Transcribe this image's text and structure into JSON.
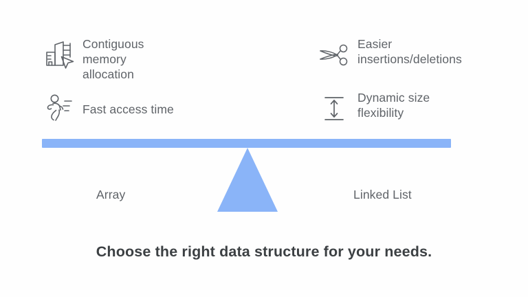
{
  "theme": {
    "background": "#fefefe",
    "accent_blue": "#8ab4f8",
    "text_gray": "#5f6368",
    "caption_gray": "#3c4043",
    "icon_stroke": "#5f6368"
  },
  "left_side": {
    "label": "Array",
    "features": [
      {
        "icon": "memory-blocks-cursor-icon",
        "label": "Contiguous\nmemory\nallocation"
      },
      {
        "icon": "running-person-icon",
        "label": "Fast access time"
      }
    ]
  },
  "right_side": {
    "label": "Linked List",
    "features": [
      {
        "icon": "scissors-icon",
        "label": "Easier\ninsertions/deletions"
      },
      {
        "icon": "vertical-resize-arrow-icon",
        "label": "Dynamic size\nflexibility"
      }
    ]
  },
  "balance": {
    "beam_name": "balance-beam",
    "fulcrum_name": "balance-fulcrum"
  },
  "caption": {
    "text": "Choose the right data structure for your needs."
  }
}
